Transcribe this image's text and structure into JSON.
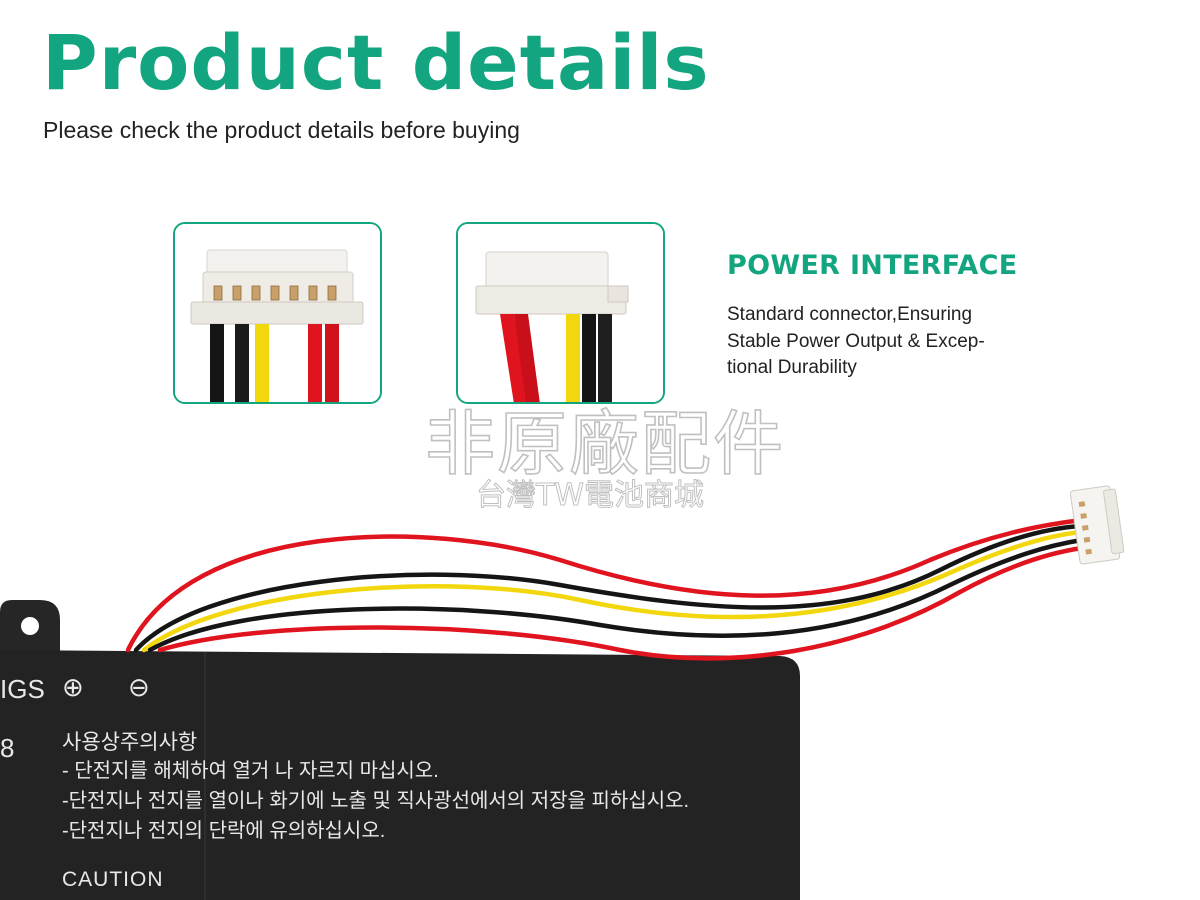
{
  "header": {
    "title": "Product details",
    "subtitle": "Please check the product details before buying"
  },
  "power_interface": {
    "heading": "POWER INTERFACE",
    "lines": [
      "Standard connector,Ensuring",
      "Stable Power Output & Excep-",
      "tional Durability"
    ]
  },
  "watermark": {
    "main": "非原廠配件",
    "sub": "台灣TW電池商城"
  },
  "battery": {
    "edge_text": "IGS",
    "edge_number": "8",
    "plus_symbol": "⊕",
    "minus_symbol": "⊖",
    "warning_title": "사용상주의사항",
    "warning_lines": [
      "- 단전지를 해체하여 열거 나 자르지 마십시오.",
      "-단전지나 전지를 열이나 화기에 노출 및 직사광선에서의 저장을 피하십시오.",
      "-단전지나 전지의 단락에 유의하십시오."
    ],
    "caution": "CAUTION"
  },
  "colors": {
    "accent": "#12a57f",
    "battery_body": "#232323",
    "wire_red": "#e0141e",
    "wire_yellow": "#f2d70e",
    "wire_black": "#151515"
  }
}
